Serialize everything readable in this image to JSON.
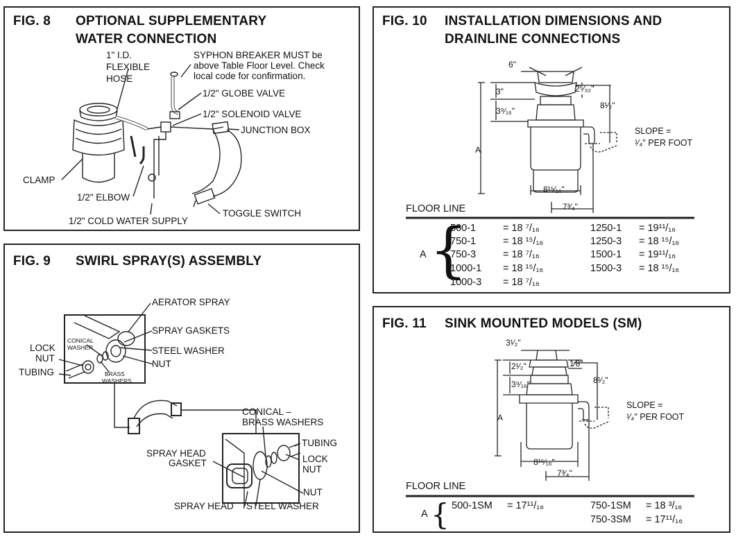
{
  "fig8": {
    "number": "FIG. 8",
    "title_line1": "OPTIONAL SUPPLEMENTARY",
    "title_line2": "WATER CONNECTION",
    "labels": {
      "hose1": "1\" I.D.",
      "hose2": "FLEXIBLE",
      "hose3": "HOSE",
      "syphon1": "SYPHON BREAKER MUST be",
      "syphon2": "above Table Floor Level. Check",
      "syphon3": "local code for confirmation.",
      "globe_valve": "1/2\" GLOBE VALVE",
      "solenoid_valve": "1/2\" SOLENOID VALVE",
      "junction_box": "JUNCTION BOX",
      "clamp": "CLAMP",
      "elbow": "1/2\" ELBOW",
      "toggle_switch": "TOGGLE SWITCH",
      "cold_water": "1/2\" COLD WATER SUPPLY"
    }
  },
  "fig9": {
    "number": "FIG. 9",
    "title": "SWIRL SPRAY(S) ASSEMBLY",
    "labels": {
      "aerator_spray": "AERATOR SPRAY",
      "spray_gaskets": "SPRAY GASKETS",
      "steel_washer_top": "STEEL WASHER",
      "nut_top": "NUT",
      "lock_nut_top1": "LOCK",
      "lock_nut_top2": "NUT",
      "tubing_top": "TUBING",
      "conical_washer1": "CONICAL",
      "conical_washer2": "WASHER",
      "brass_washers1": "BRASS",
      "brass_washers2": "WASHERS",
      "conical_brass1": "CONICAL –",
      "conical_brass2": "BRASS WASHERS",
      "tubing_bottom": "TUBING",
      "spray_head_gasket1": "SPRAY HEAD",
      "spray_head_gasket2": "GASKET",
      "lock_nut_bottom1": "LOCK",
      "lock_nut_bottom2": "NUT",
      "nut_bottom": "NUT",
      "spray_head": "SPRAY HEAD",
      "steel_washer_bottom": "STEEL WASHER"
    }
  },
  "fig10": {
    "number": "FIG. 10",
    "title_line1": "INSTALLATION DIMENSIONS AND",
    "title_line2": "DRAINLINE CONNECTIONS",
    "dims": {
      "d6": "6\"",
      "d3": "3\"",
      "d3916": "3⁹⁄₁₆\"",
      "d2532": "2⁵⁄₃₂\"",
      "d812": "8¹⁄₂\"",
      "a": "A",
      "d81516": "8¹⁵⁄₁₆\"",
      "d734": "7³⁄₄\""
    },
    "slope1": "SLOPE =",
    "slope2": "¹⁄₄\" PER FOOT",
    "floor_line": "FLOOR LINE",
    "a_label": "A",
    "table_left": [
      {
        "model": "500-1",
        "value": "= 18 ⁷/₁₆"
      },
      {
        "model": "750-1",
        "value": "= 18 ¹⁵/₁₆"
      },
      {
        "model": "750-3",
        "value": "= 18 ⁷/₁₆"
      },
      {
        "model": "1000-1",
        "value": "= 18 ¹⁵/₁₆"
      },
      {
        "model": "1000-3",
        "value": "= 18 ⁷/₁₆"
      }
    ],
    "table_right": [
      {
        "model": "1250-1",
        "value": "= 19¹¹/₁₆"
      },
      {
        "model": "1250-3",
        "value": "= 18 ¹⁵/₁₆"
      },
      {
        "model": "1500-1",
        "value": "= 19¹¹/₁₆"
      },
      {
        "model": "1500-3",
        "value": "= 18 ¹⁵/₁₆"
      }
    ]
  },
  "fig11": {
    "number": "FIG. 11",
    "title": "SINK MOUNTED MODELS (SM)",
    "dims": {
      "d312": "3¹⁄₂\"",
      "d212": "2¹⁄₂\"",
      "d18": "1⁄8\"",
      "d3916": "3⁹⁄₁₆\"",
      "d812": "8¹⁄₂\"",
      "a": "A",
      "d81516": "8¹⁵⁄₁₆\"",
      "d734": "7³⁄₄\""
    },
    "slope1": "SLOPE =",
    "slope2": "¹⁄₄\" PER FOOT",
    "floor_line": "FLOOR LINE",
    "a_label": "A",
    "table_left": [
      {
        "model": "500-1SM",
        "value": "= 17¹¹/₁₆"
      }
    ],
    "table_right": [
      {
        "model": "750-1SM",
        "value": "= 18 ³/₁₆"
      },
      {
        "model": "750-3SM",
        "value": "= 17¹¹/₁₆"
      }
    ]
  }
}
